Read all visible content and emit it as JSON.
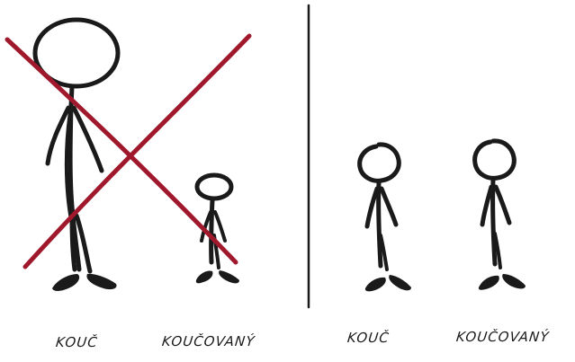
{
  "colors": {
    "ink": "#1a1a1a",
    "cross": "#a0182c",
    "background": "#ffffff"
  },
  "panels": {
    "left": {
      "crossed_out": true,
      "figures": [
        {
          "role": "coach",
          "label": "KOUČ"
        },
        {
          "role": "coachee",
          "label": "KOUČOVANÝ"
        }
      ]
    },
    "right": {
      "crossed_out": false,
      "figures": [
        {
          "role": "coach",
          "label": "KOUČ"
        },
        {
          "role": "coachee",
          "label": "KOUČOVANÝ"
        }
      ]
    }
  }
}
